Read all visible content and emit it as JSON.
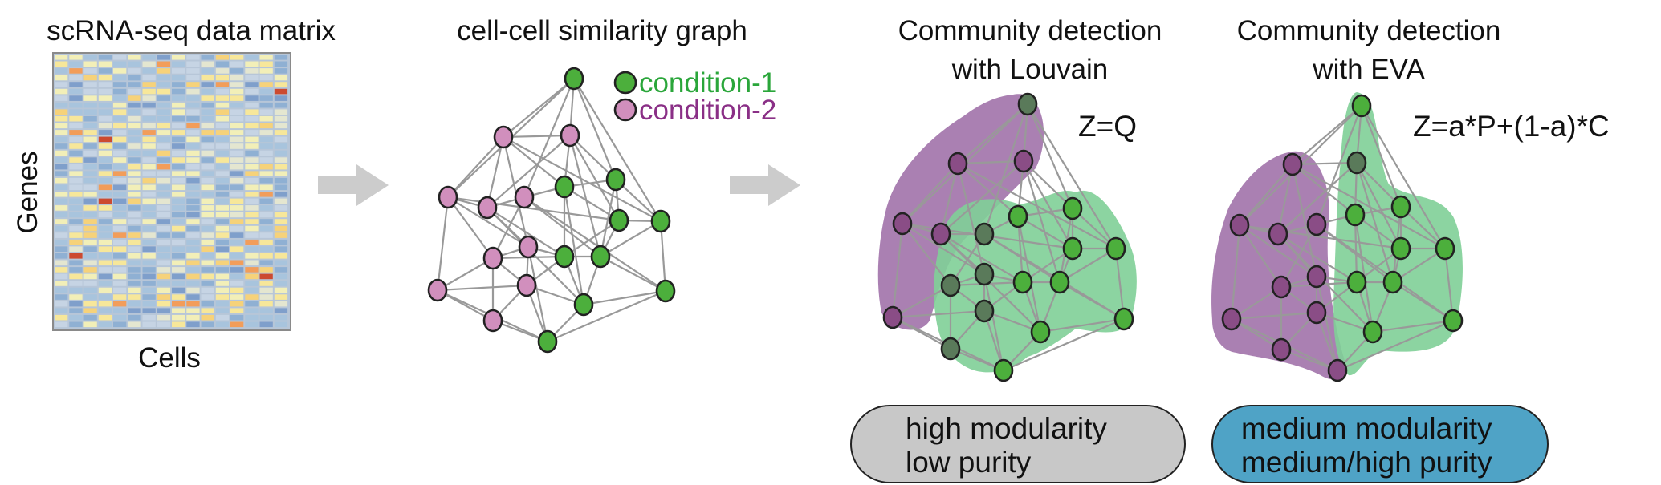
{
  "panels": {
    "matrix": {
      "title": "scRNA-seq data matrix",
      "ylabel": "Genes",
      "xlabel": "Cells",
      "palette": [
        "#a8c4dd",
        "#8fb0d3",
        "#c6d4e4",
        "#f2efb8",
        "#f7e79a",
        "#f6d27a",
        "#7f9fcb",
        "#e4e6d0",
        "#f29d5a",
        "#cc4a30"
      ]
    },
    "graph": {
      "title": "cell-cell similarity graph",
      "legend": [
        {
          "label": "condition-1",
          "color": "#4caf3c",
          "text_color": "#2aa63a"
        },
        {
          "label": "condition-2",
          "color": "#d18fbd",
          "text_color": "#8a2f86"
        }
      ]
    },
    "louvain": {
      "title_line1": "Community detection",
      "title_line2": "with Louvain",
      "formula": "Z=Q",
      "result_line1": "high modularity",
      "result_line2": "low purity",
      "result_color": "#c8c8c8"
    },
    "eva": {
      "title_line1": "Community detection",
      "title_line2": "with EVA",
      "formula": "Z=a*P+(1-a)*C",
      "result_line1": "medium modularity",
      "result_line2": "medium/high purity",
      "result_color": "#4fa3c6"
    }
  },
  "colors": {
    "green_node": "#4caf3c",
    "purple_node": "#d18fbd",
    "purple_node_dark": "#8a4d86",
    "green_community": "#7fcf97",
    "purple_community": "#9b6aa5",
    "arrow": "#cccccc"
  }
}
